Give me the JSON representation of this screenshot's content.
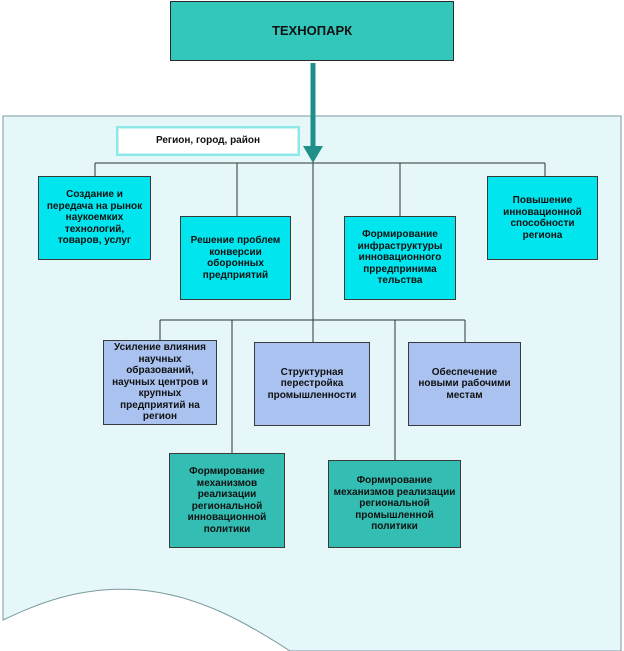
{
  "title": "ТЕХНОПАРК",
  "region": "Регион, город, район",
  "row1": [
    "Создание и передача на рынок наукоемких технологий, товаров, услуг",
    "Решение проблем конверсии оборонных предприятий",
    "Формирование инфраструктуры инновационного прредпринима тельства",
    "Повышение инновационной способности региона"
  ],
  "row2": [
    "Усиление влияния научных образований, научных центров и крупных предприятий на регион",
    "Структурная перестройка промышленности",
    "Обеспечение новыми рабочими местам"
  ],
  "row3": [
    "Формирование механизмов реализации региональной инновационной политики",
    "Формирование механизмов реализации региональной промышленной политики"
  ],
  "colors": {
    "background_panel": "#e6f7f9",
    "title_box": "#33c6bb",
    "cyan_box": "#00e5ee",
    "blue_box": "#a9c2f0",
    "teal_box": "#33bdb3",
    "connector_arrow": "#1f8f8a"
  }
}
